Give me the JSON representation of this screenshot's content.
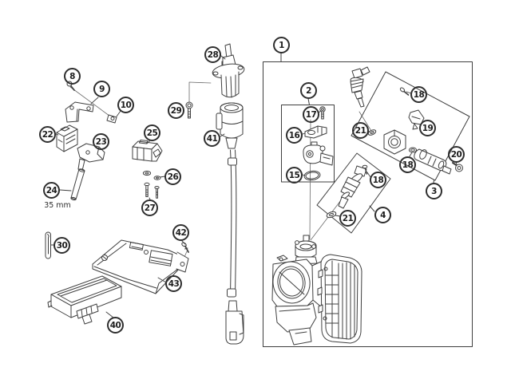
{
  "diagram_type": "exploded-parts-diagram",
  "colors": {
    "background": "#ffffff",
    "line": "#3f3f3f",
    "callout": "#1d1d1d"
  },
  "dimension_label": "35 mm",
  "callouts": {
    "c1": "1",
    "c2": "2",
    "c3": "3",
    "c4": "4",
    "c8": "8",
    "c9": "9",
    "c10": "10",
    "c15": "15",
    "c16": "16",
    "c17": "17",
    "c18a": "18",
    "c18b": "18",
    "c18c": "18",
    "c19": "19",
    "c20": "20",
    "c21a": "21",
    "c21b": "21",
    "c22": "22",
    "c23": "23",
    "c24": "24",
    "c25": "25",
    "c26": "26",
    "c27": "27",
    "c28": "28",
    "c29": "29",
    "c30": "30",
    "c40": "40",
    "c41": "41",
    "c42": "42",
    "c43": "43"
  }
}
